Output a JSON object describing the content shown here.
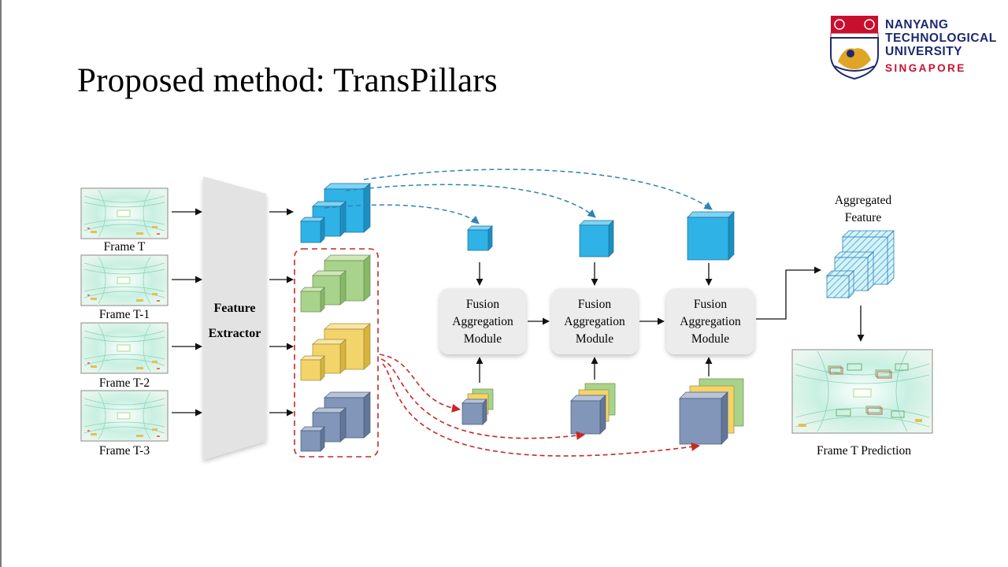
{
  "slide": {
    "title": "Proposed method: TransPillars"
  },
  "logo": {
    "line1": "NANYANG",
    "line2": "TECHNOLOGICAL",
    "line3": "UNIVERSITY",
    "line4": "SINGAPORE",
    "icon": "ntu-crest-icon",
    "colors": {
      "navy": "#1d2a6e",
      "red": "#c8102e",
      "gold": "#e0a526"
    }
  },
  "diagram": {
    "frames": [
      "Frame T",
      "Frame T-1",
      "Frame T-2",
      "Frame T-3"
    ],
    "extractor_line1": "Feature",
    "extractor_line2": "Extractor",
    "fusion_line1": "Fusion",
    "fusion_line2": "Aggregation",
    "fusion_line3": "Module",
    "aggregated_line1": "Aggregated",
    "aggregated_line2": "Feature",
    "prediction_label": "Frame T Prediction",
    "colors": {
      "blue": "#2fb2e6",
      "green": "#a8d38a",
      "yellow": "#f3d46a",
      "slate": "#8196b8",
      "hatch": "#6cc6e0",
      "red_dash": "#c62828",
      "blue_dash": "#2d83b8"
    }
  }
}
